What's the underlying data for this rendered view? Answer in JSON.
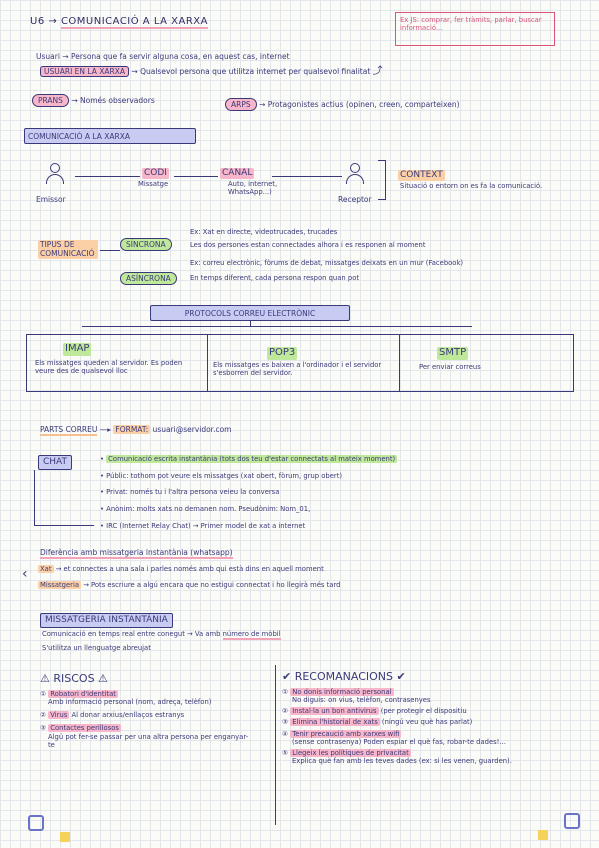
{
  "page": {
    "title_prefix": "U6 →",
    "title": "COMUNICACIÓ A LA XARXA",
    "examples": "Ex JS: comprar, fer tràmits, parlar, buscar informació...",
    "usuari_line": "Usuari → Persona que fa servir alguna cosa, en aquest cas, internet",
    "usuari_xarxa_label": "USUARI EN LA XARXA",
    "usuari_xarxa_def": "→ Qualsevol persona que utilitza internet per qualsevol finalitat",
    "prans_label": "PRANS",
    "prans_def": "→ Només observadors",
    "arps_label": "ARPS",
    "arps_def": "→ Protagonistes actius (opinen, creen, comparteixen)"
  },
  "comunicacio": {
    "heading": "COMUNICACIÓ A LA XARXA",
    "emissor": "Emissor",
    "codi": "CODI",
    "codi_sub": "Missatge",
    "canal": "CANAL",
    "canal_sub": "Auto, internet, WhatsApp...)",
    "receptor": "Receptor",
    "context": "CONTEXT",
    "context_def": "Situació o entorn on es fa la comunicació."
  },
  "tipus": {
    "label": "TIPUS DE COMUNICACIÓ",
    "sincrona": "SÍNCRONA",
    "sincrona_ex": "Ex: Xat en directe, videotrucades, trucades",
    "sincrona_def": "Les dos persones estan connectades alhora i es responen al moment",
    "asincrona": "ASÍNCRONA",
    "asincrona_ex": "Ex: correu electrònic, fòrums de debat, missatges deixats en un mur (Facebook)",
    "asincrona_def": "En temps diferent, cada persona respon quan pot"
  },
  "protocols": {
    "heading": "PROTOCOLS CORREU ELECTRÒNIC",
    "imap": "IMAP",
    "imap_def": "Els missatges queden al servidor. Es poden veure des de qualsevol lloc",
    "pop3": "POP3",
    "pop3_def": "Els missatges es baixen a l'ordinador i el servidor s'esborren del servidor.",
    "smtp": "SMTP",
    "smtp_def": "Per enviar correus"
  },
  "parts": {
    "label": "PARTS CORREU",
    "format_label": "FORMAT:",
    "format_value": "usuari@servidor.com"
  },
  "chat": {
    "label": "CHAT",
    "items": [
      "Comunicació escrita instantània (tots dos teu d'estar connectats al mateix moment)",
      "Públic: tothom pot veure els missatges (xat obert, fòrum, grup obert)",
      "Privat: només tu i l'altra persona veieu la conversa",
      "Anònim: molts xats no demanen nom. Pseudònim: Nom_01,",
      "IRC (Internet Relay Chat) → Primer model de xat a internet"
    ]
  },
  "diferencia": {
    "title": "Diferència amb missatgeria instantània (whatsapp)",
    "xat_label": "Xat",
    "xat_def": "→ et connectes a una sala i parles només amb qui està dins en aquell moment",
    "missatgeria_label": "Missatgeria",
    "missatgeria_def": "→ Pots escriure a algú encara que no estigui connectat i ho llegirà més tard"
  },
  "missatgeria": {
    "heading": "MISSATGERIA INSTANTÀNIA",
    "def1": "Comunicació en temps real entre conegut",
    "def1_arrow": "→ Va amb",
    "def1_end": "número de mòbil",
    "def2": "S'utilitza un llenguatge abreujat"
  },
  "riscos": {
    "heading": "⚠ RISCOS ⚠",
    "items": [
      {
        "num": "①",
        "title": "Robatori d'identitat",
        "sub": "Amb informació personal (nom, adreça, telèfon)"
      },
      {
        "num": "②",
        "title": "Virus",
        "sub": "Al donar arxius/enllaços estranys"
      },
      {
        "num": "③",
        "title": "Contactes perillosos",
        "sub": "Algú pot fer-se passar per una altra persona per enganyar-te"
      }
    ]
  },
  "recomanacions": {
    "heading": "RECOMANACIONS",
    "items": [
      {
        "num": "①",
        "title": "No donis informació personal",
        "sub": "No diguis: on vius, telèfon, contrasenyes"
      },
      {
        "num": "②",
        "title": "Instal·la un bon antivirus",
        "sub": "(per protegir el dispositiu"
      },
      {
        "num": "③",
        "title": "Elimina l'historial de xats",
        "sub": "(ningú veu què has parlat)"
      },
      {
        "num": "④",
        "title": "Tenir precaució amb xarxes wifi",
        "sub": "(sense contrasenya) Poden espiar el què fas, robar-te dades!..."
      },
      {
        "num": "⑤",
        "title": "Llegeix les polítiques de privacitat",
        "sub": "Explica què fan amb les teves dades (ex: si les venen, guarden)."
      }
    ]
  }
}
